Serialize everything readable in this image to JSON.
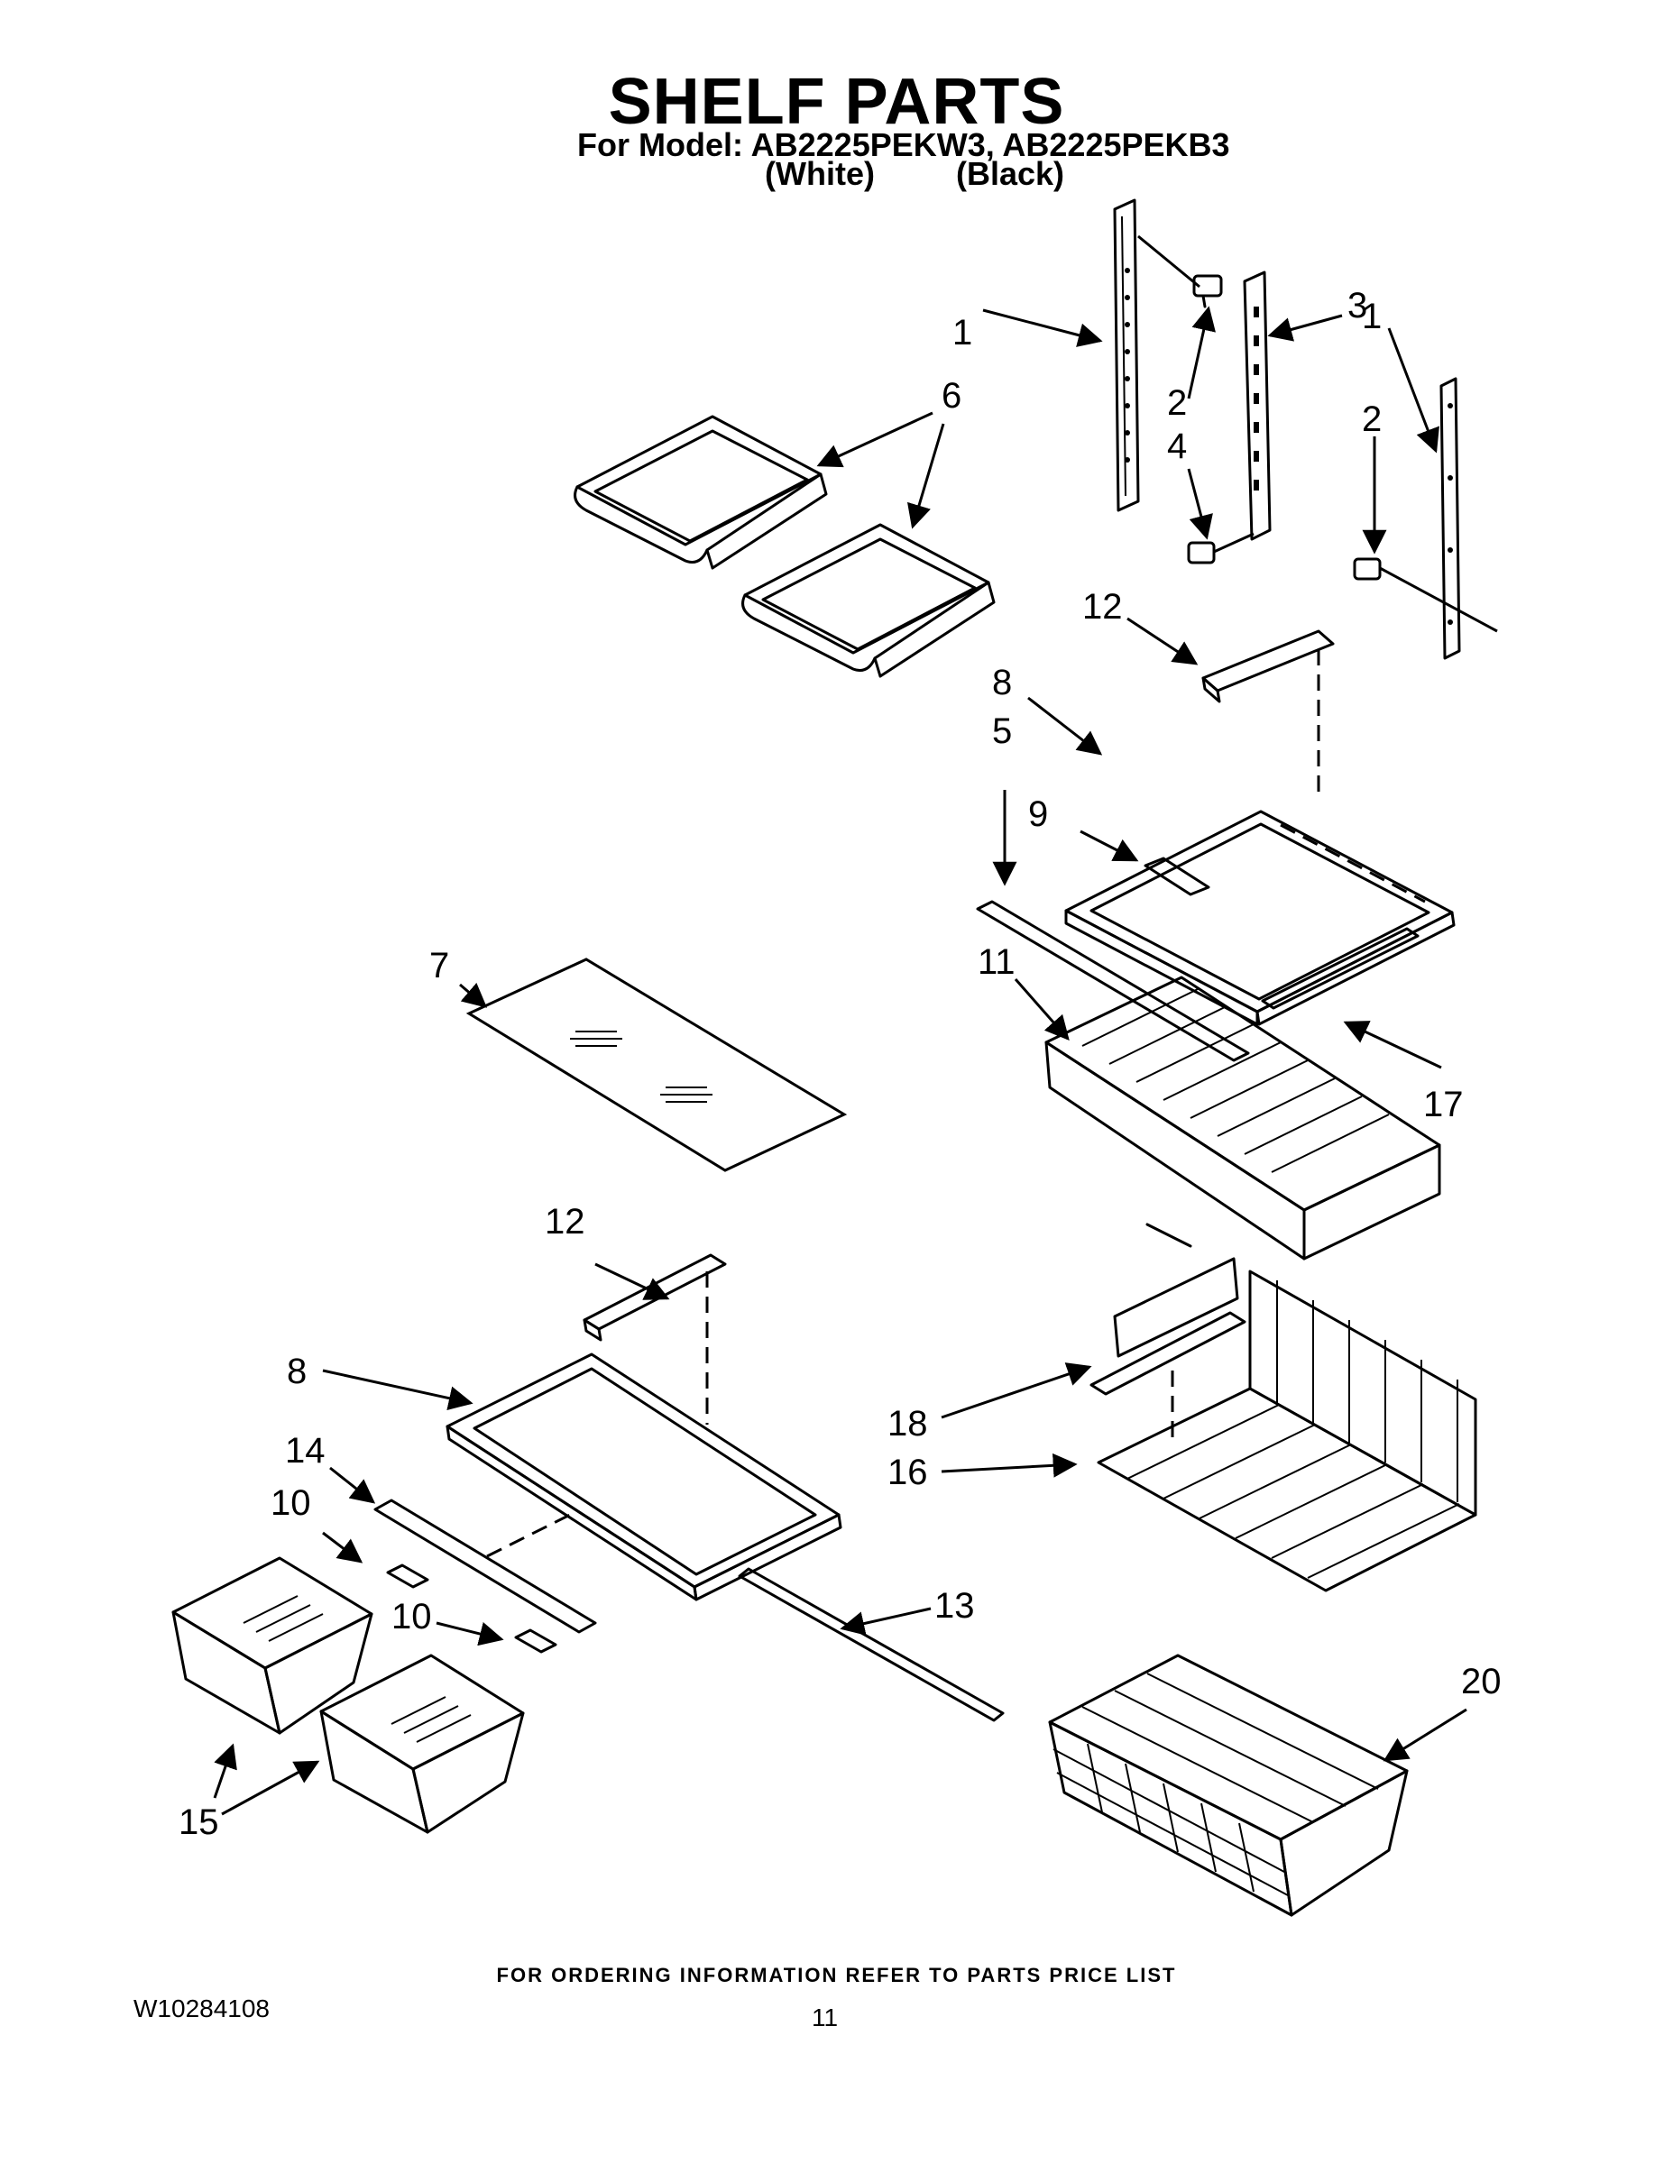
{
  "header": {
    "title": "SHELF PARTS",
    "model_line": "For Model: AB2225PEKW3, AB2225PEKB3",
    "variant_white": "(White)",
    "variant_black": "(Black)"
  },
  "callouts": [
    "1",
    "6",
    "2",
    "4",
    "3",
    "1",
    "2",
    "12",
    "8",
    "5",
    "9",
    "7",
    "11",
    "17",
    "12",
    "8",
    "14",
    "10",
    "10",
    "13",
    "15",
    "18",
    "16",
    "20"
  ],
  "footer": {
    "ordering_note": "FOR ORDERING INFORMATION REFER TO PARTS PRICE LIST",
    "document_number": "W10284108",
    "page_number": "11"
  }
}
